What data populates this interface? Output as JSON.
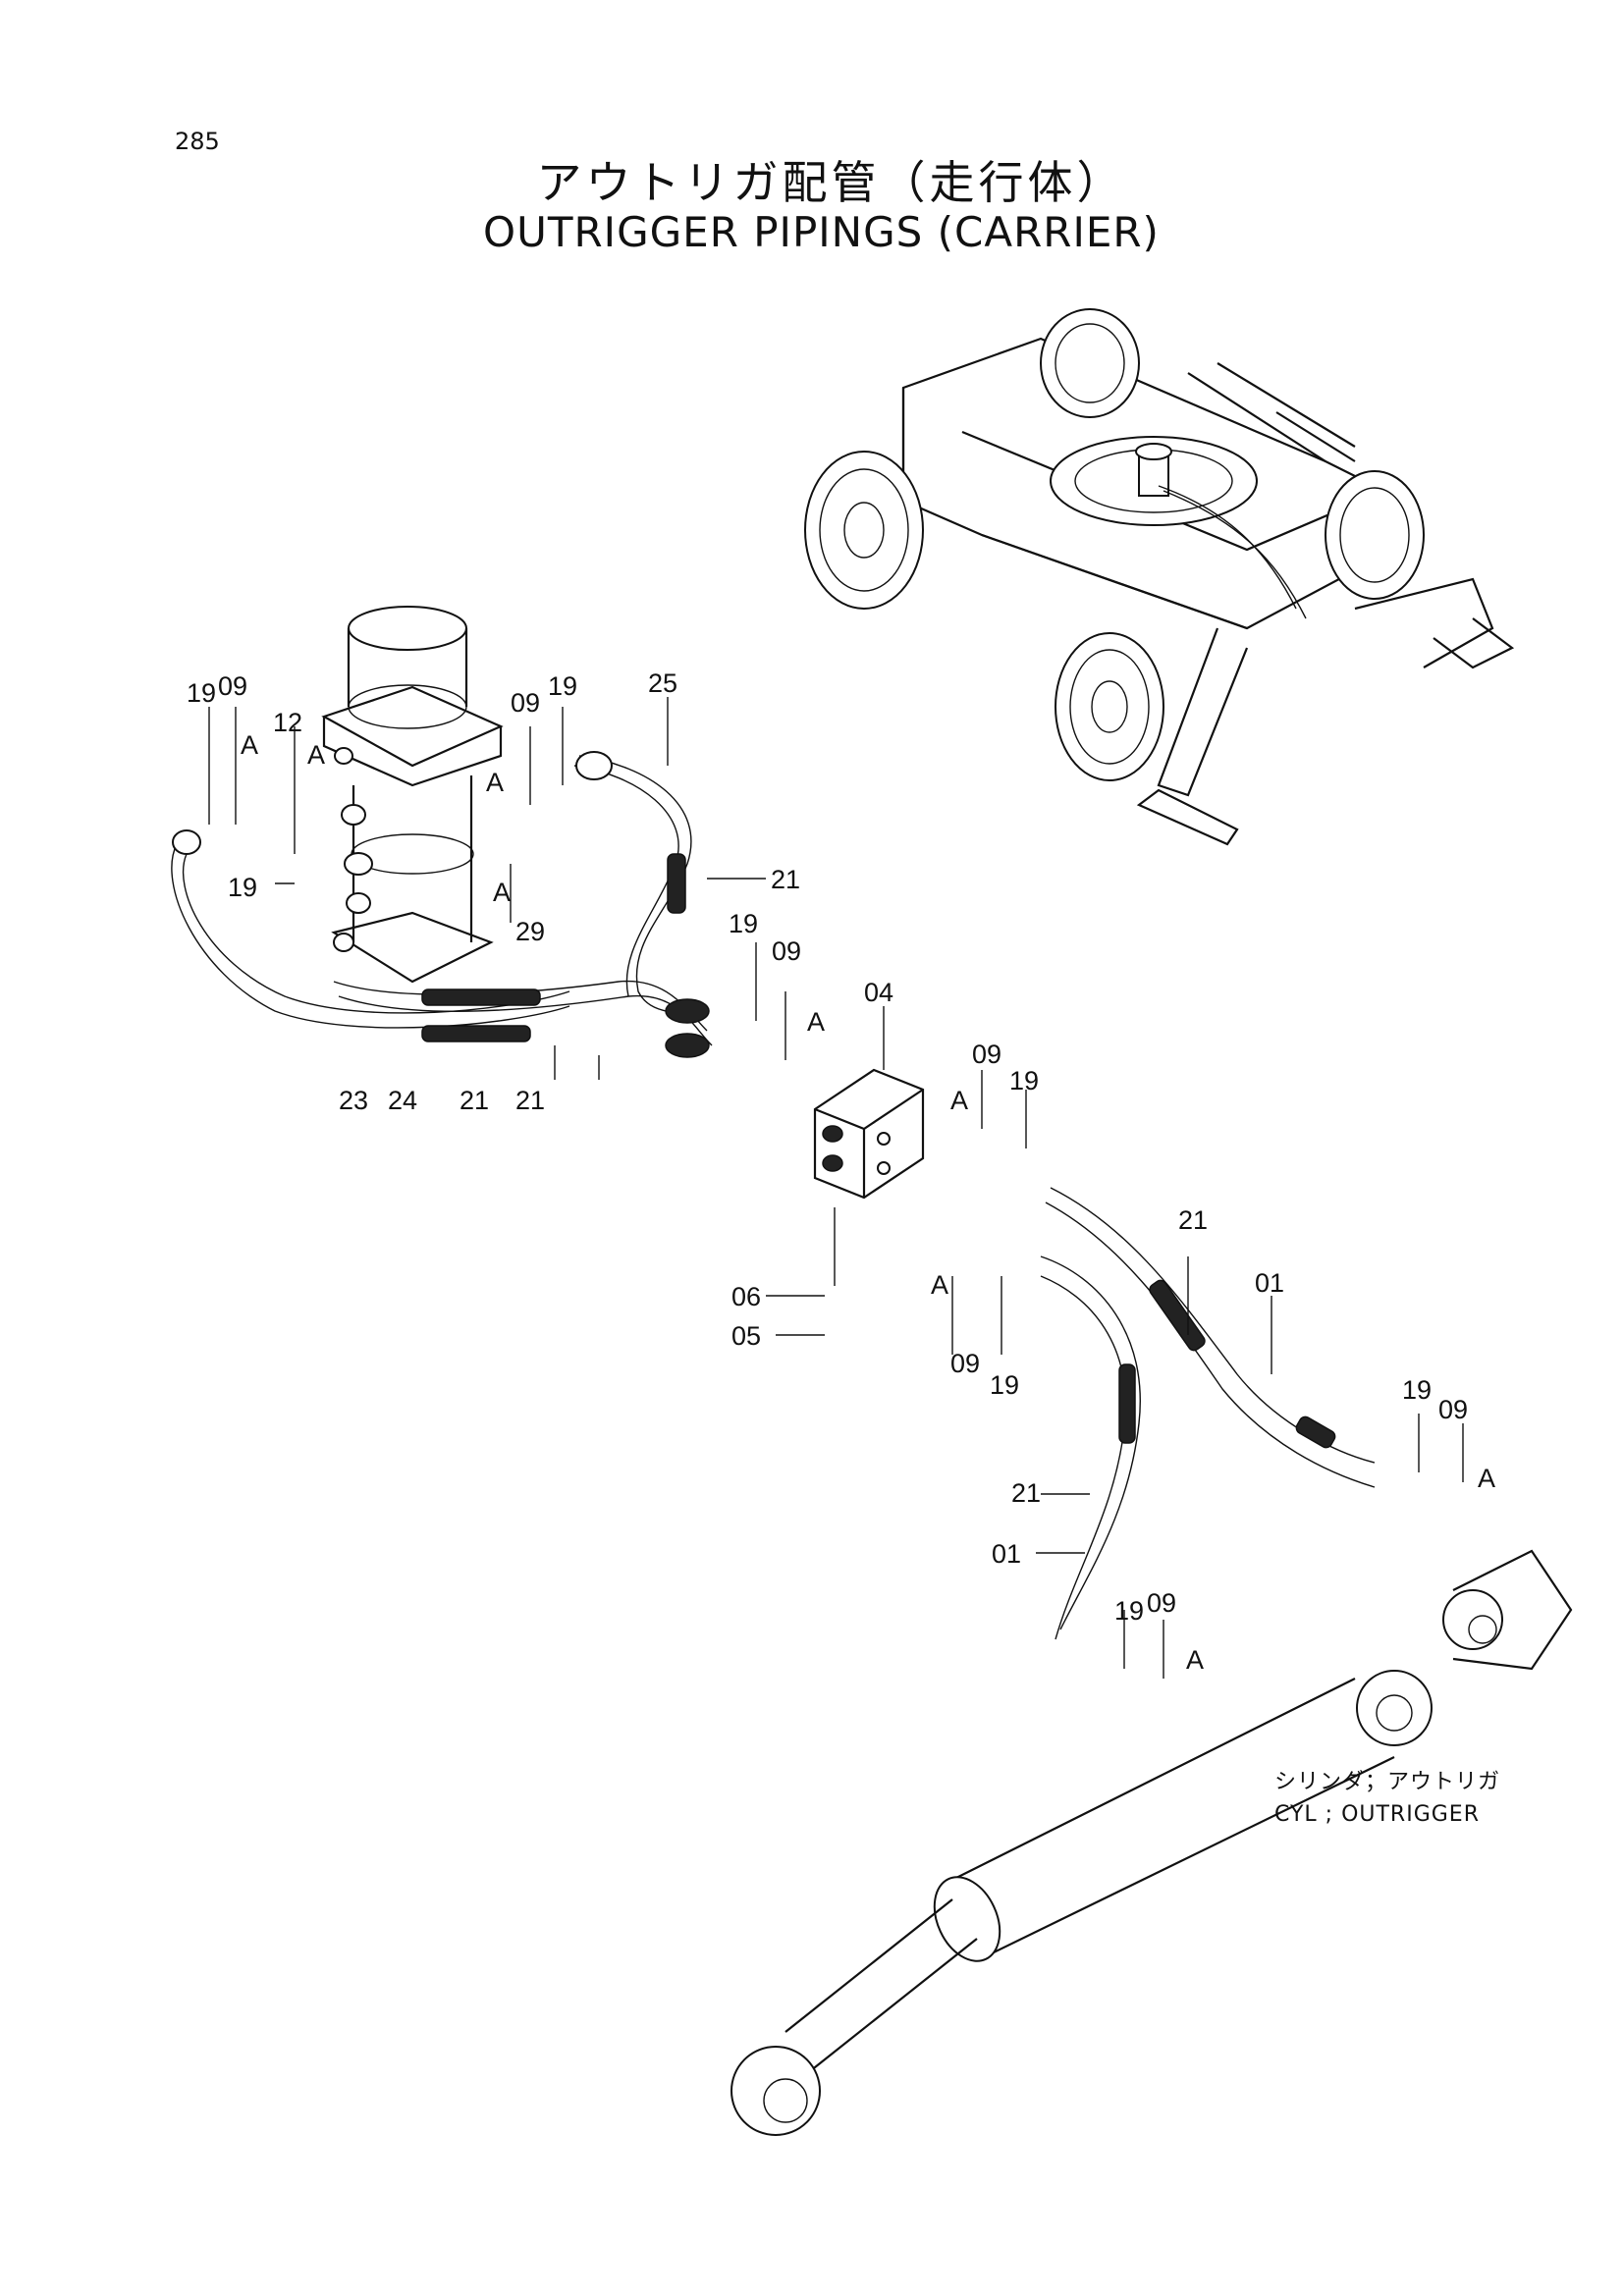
{
  "page_number": "285",
  "title_ja": "アウトリガ配管（走行体）",
  "title_en": "OUTRIGGER PIPINGS  (CARRIER)",
  "cylinder_note_ja": "シリンダ；アウトリガ",
  "cylinder_note_en": "CYL ; OUTRIGGER",
  "callouts": {
    "c19_a": "19",
    "c09_a": "09",
    "cA_a": "A",
    "c12": "12",
    "cA_b": "A",
    "c19_b": "19",
    "c09_b": "09",
    "c19_c": "19",
    "cA_c": "A",
    "cA_d": "A",
    "c29": "29",
    "c25": "25",
    "c21_a": "21",
    "c23": "23",
    "c24": "24",
    "c21_b": "21",
    "c21_c": "21",
    "c19_d": "19",
    "c09_c": "09",
    "cA_e": "A",
    "c04": "04",
    "c09_d": "09",
    "c19_e": "19",
    "cA_f": "A",
    "c06": "06",
    "c05": "05",
    "cA_g": "A",
    "c09_e": "09",
    "c19_f": "19",
    "c21_d": "21",
    "c01_a": "01",
    "c21_e": "21",
    "c01_b": "01",
    "c19_g": "19",
    "c09_f": "09",
    "cA_h": "A",
    "c19_h": "19",
    "c09_g": "09",
    "cA_i": "A"
  }
}
